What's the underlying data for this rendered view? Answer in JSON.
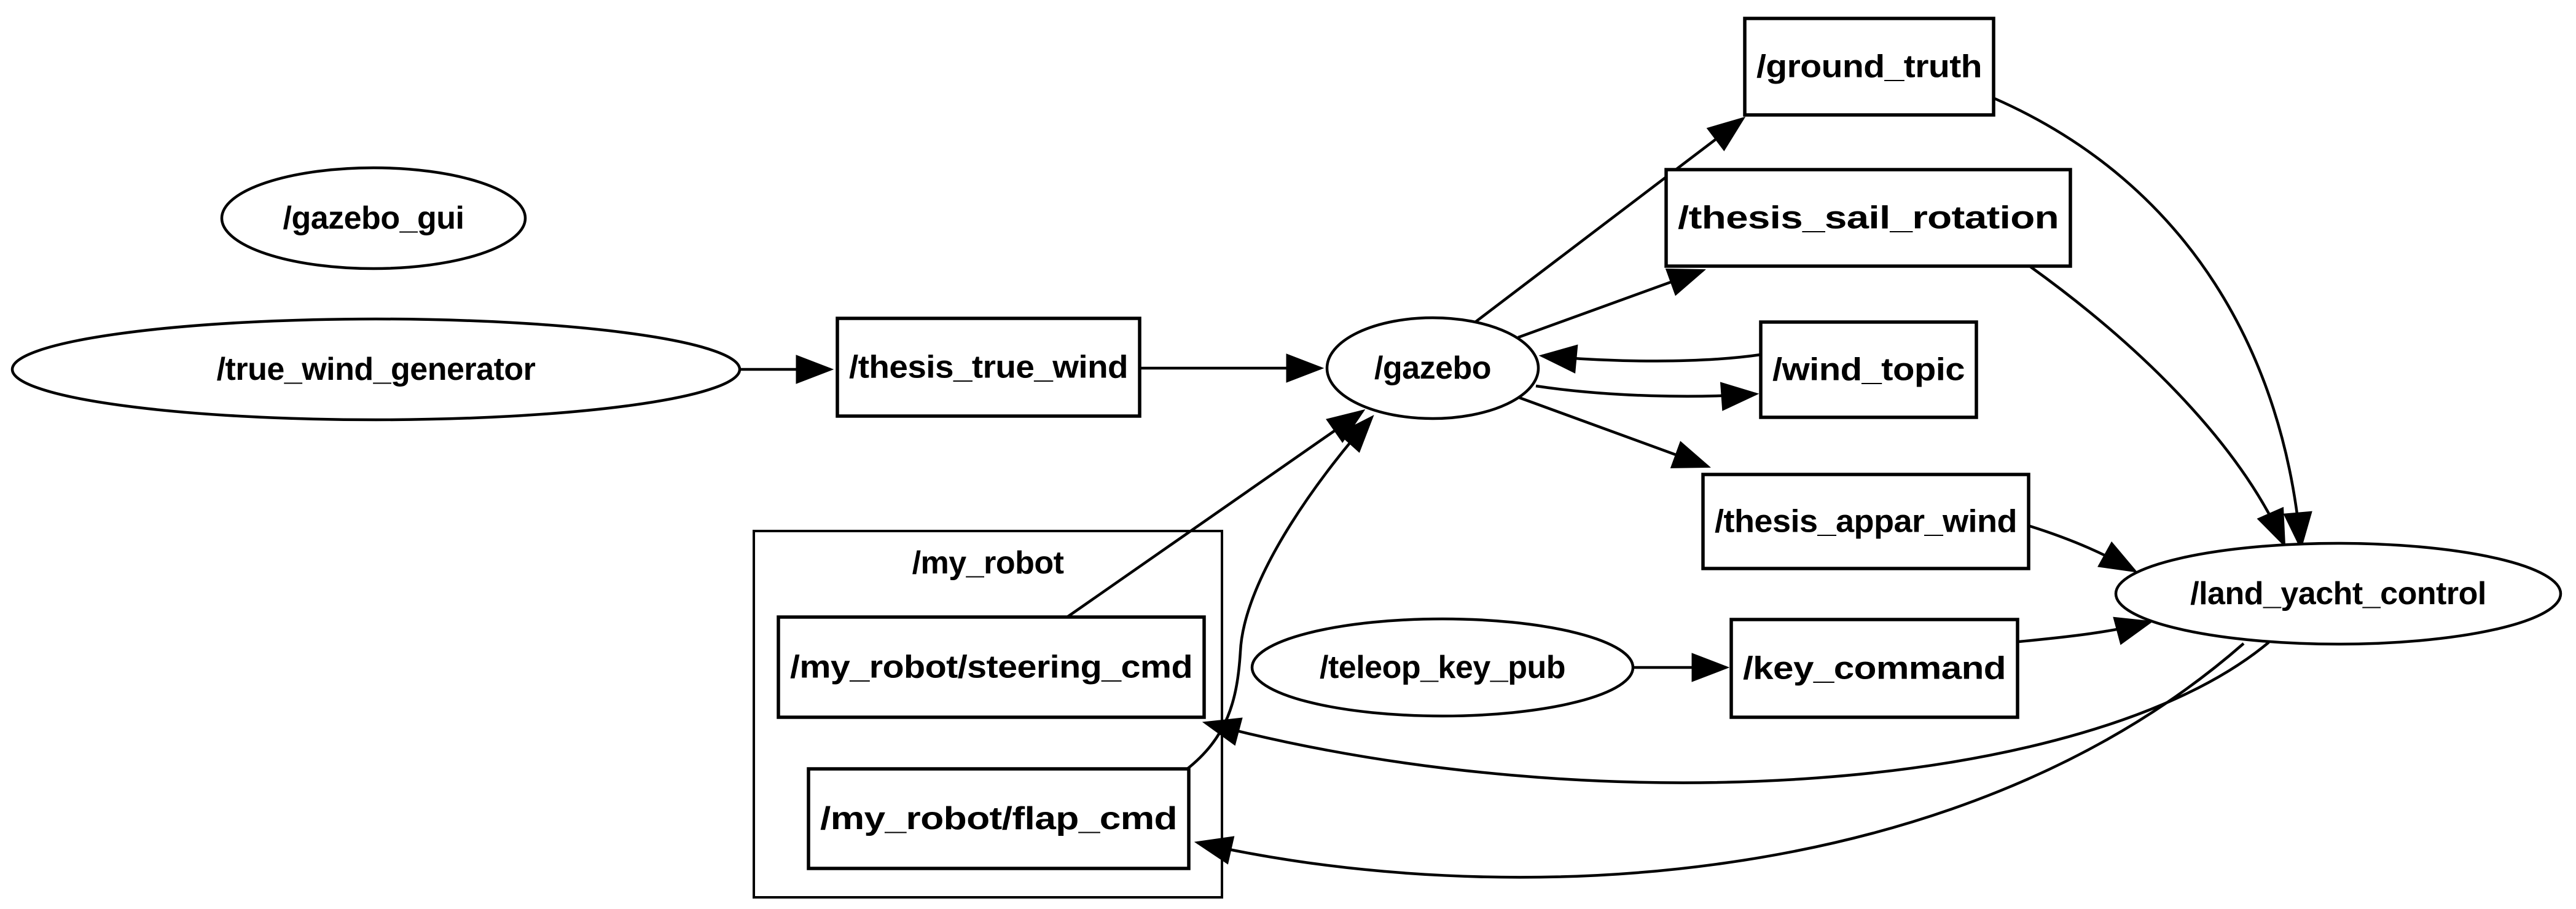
{
  "diagram": {
    "kind": "ros-node-graph",
    "background_color": "#ffffff",
    "node_fill_color": "#ffffff",
    "node_stroke_color": "#000000",
    "edge_color": "#000000",
    "text_color": "#000000",
    "groups": [
      {
        "id": "my_robot",
        "label": "/my_robot"
      }
    ],
    "nodes": [
      {
        "id": "gazebo_gui",
        "label": "/gazebo_gui",
        "shape": "ellipse"
      },
      {
        "id": "true_wind_generator",
        "label": "/true_wind_generator",
        "shape": "ellipse"
      },
      {
        "id": "thesis_true_wind",
        "label": "/thesis_true_wind",
        "shape": "box"
      },
      {
        "id": "gazebo",
        "label": "/gazebo",
        "shape": "ellipse"
      },
      {
        "id": "ground_truth",
        "label": "/ground_truth",
        "shape": "box"
      },
      {
        "id": "thesis_sail_rotation",
        "label": "/thesis_sail_rotation",
        "shape": "box"
      },
      {
        "id": "wind_topic",
        "label": "/wind_topic",
        "shape": "box"
      },
      {
        "id": "thesis_appar_wind",
        "label": "/thesis_appar_wind",
        "shape": "box"
      },
      {
        "id": "land_yacht_control",
        "label": "/land_yacht_control",
        "shape": "ellipse"
      },
      {
        "id": "teleop_key_pub",
        "label": "/teleop_key_pub",
        "shape": "ellipse"
      },
      {
        "id": "key_command",
        "label": "/key_command",
        "shape": "box"
      },
      {
        "id": "steering_cmd",
        "label": "/my_robot/steering_cmd",
        "shape": "box",
        "group": "my_robot"
      },
      {
        "id": "flap_cmd",
        "label": "/my_robot/flap_cmd",
        "shape": "box",
        "group": "my_robot"
      }
    ],
    "edges": [
      {
        "from": "true_wind_generator",
        "to": "thesis_true_wind"
      },
      {
        "from": "thesis_true_wind",
        "to": "gazebo"
      },
      {
        "from": "gazebo",
        "to": "ground_truth"
      },
      {
        "from": "gazebo",
        "to": "thesis_sail_rotation"
      },
      {
        "from": "wind_topic",
        "to": "gazebo"
      },
      {
        "from": "gazebo",
        "to": "wind_topic"
      },
      {
        "from": "gazebo",
        "to": "thesis_appar_wind"
      },
      {
        "from": "ground_truth",
        "to": "land_yacht_control"
      },
      {
        "from": "thesis_sail_rotation",
        "to": "land_yacht_control"
      },
      {
        "from": "thesis_appar_wind",
        "to": "land_yacht_control"
      },
      {
        "from": "teleop_key_pub",
        "to": "key_command"
      },
      {
        "from": "key_command",
        "to": "land_yacht_control"
      },
      {
        "from": "land_yacht_control",
        "to": "steering_cmd"
      },
      {
        "from": "land_yacht_control",
        "to": "flap_cmd"
      },
      {
        "from": "steering_cmd",
        "to": "gazebo"
      },
      {
        "from": "flap_cmd",
        "to": "gazebo"
      }
    ]
  }
}
